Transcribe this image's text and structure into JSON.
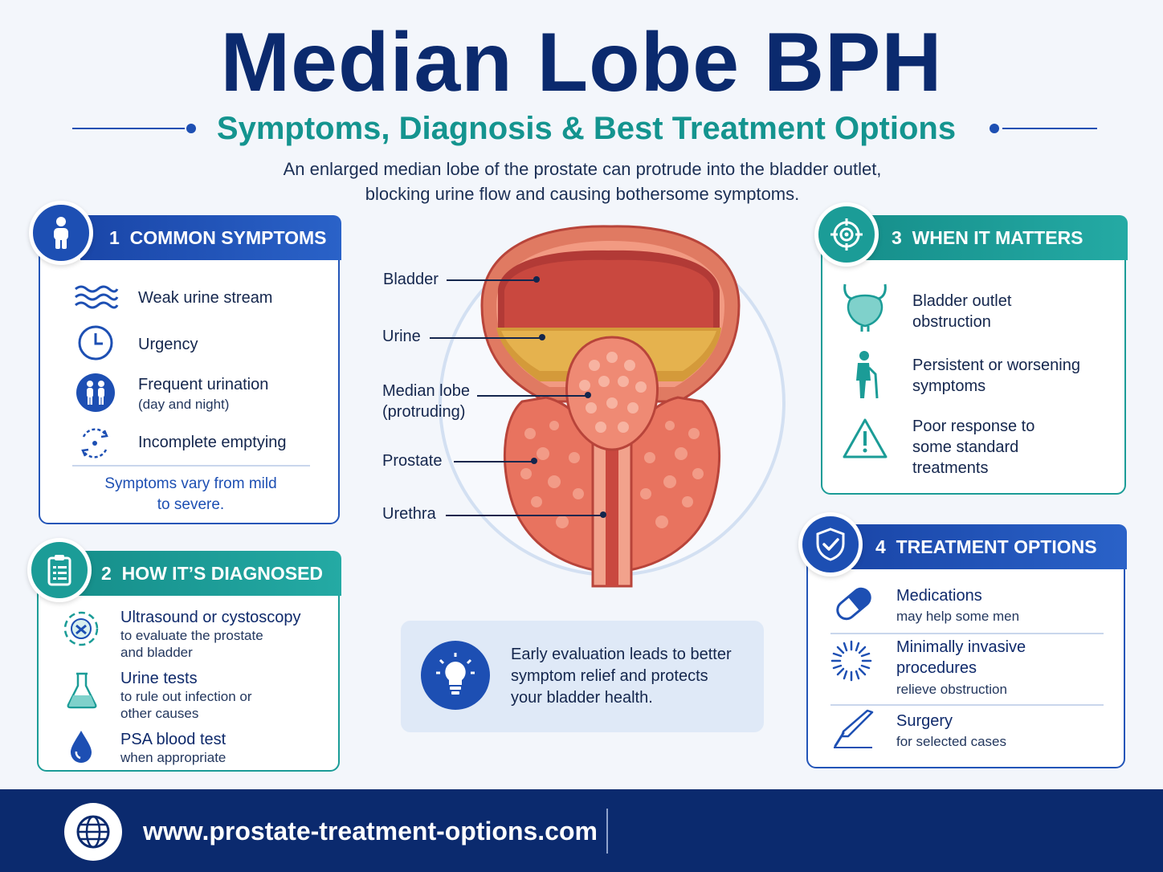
{
  "header": {
    "title": "Median Lobe BPH",
    "subtitle": "Symptoms, Diagnosis & Best Treatment Options",
    "intro_line1": "An enlarged median lobe of the prostate can protrude into the bladder outlet,",
    "intro_line2": "blocking urine flow and causing bothersome symptoms."
  },
  "symptoms": {
    "number": "1",
    "heading": "COMMON SYMPTOMS",
    "items": [
      {
        "icon": "wave-icon",
        "text": "Weak urine stream",
        "sub": ""
      },
      {
        "icon": "clock-icon",
        "text": "Urgency",
        "sub": ""
      },
      {
        "icon": "people-icon",
        "text": "Frequent urination",
        "sub": "(day and night)"
      },
      {
        "icon": "cycle-icon",
        "text": "Incomplete emptying",
        "sub": ""
      }
    ],
    "note_line1": "Symptoms vary from mild",
    "note_line2": "to severe."
  },
  "diagnosis": {
    "number": "2",
    "heading": "HOW IT’S DIAGNOSED",
    "items": [
      {
        "icon": "ultrasound-icon",
        "text": "Ultrasound or cystoscopy",
        "sub1": "to evaluate the prostate",
        "sub2": "and bladder"
      },
      {
        "icon": "flask-icon",
        "text": "Urine tests",
        "sub1": "to rule out infection or",
        "sub2": "other causes"
      },
      {
        "icon": "blood-drop-icon",
        "text": "PSA blood test",
        "sub1": "when appropriate",
        "sub2": ""
      }
    ]
  },
  "when": {
    "number": "3",
    "heading": "WHEN IT MATTERS",
    "items": [
      {
        "icon": "bladder-icon",
        "line1": "Bladder outlet",
        "line2": "obstruction",
        "line3": ""
      },
      {
        "icon": "elderly-man-icon",
        "line1": "Persistent or worsening",
        "line2": "symptoms",
        "line3": ""
      },
      {
        "icon": "warning-icon",
        "line1": "Poor response to",
        "line2": "some standard",
        "line3": "treatments"
      }
    ]
  },
  "treatment": {
    "number": "4",
    "heading": "TREATMENT OPTIONS",
    "items": [
      {
        "icon": "pill-icon",
        "line1": "Medications",
        "line2": "",
        "sub": "may help some men"
      },
      {
        "icon": "burst-icon",
        "line1": "Minimally invasive",
        "line2": "procedures",
        "sub": "relieve obstruction"
      },
      {
        "icon": "scalpel-icon",
        "line1": "Surgery",
        "line2": "",
        "sub": "for selected cases"
      }
    ]
  },
  "diagram": {
    "labels": {
      "bladder": "Bladder",
      "urine": "Urine",
      "median_lobe_1": "Median lobe",
      "median_lobe_2": "(protruding)",
      "prostate": "Prostate",
      "urethra": "Urethra"
    }
  },
  "callout": {
    "line1": "Early evaluation leads to better",
    "line2": "symptom relief and protects",
    "line3": "your bladder health."
  },
  "footer": {
    "url": "www.prostate-treatment-options.com"
  },
  "colors": {
    "navy": "#0b2a6e",
    "blue": "#1d4fb3",
    "teal": "#1b9c97",
    "tissue": "#e8735f"
  }
}
